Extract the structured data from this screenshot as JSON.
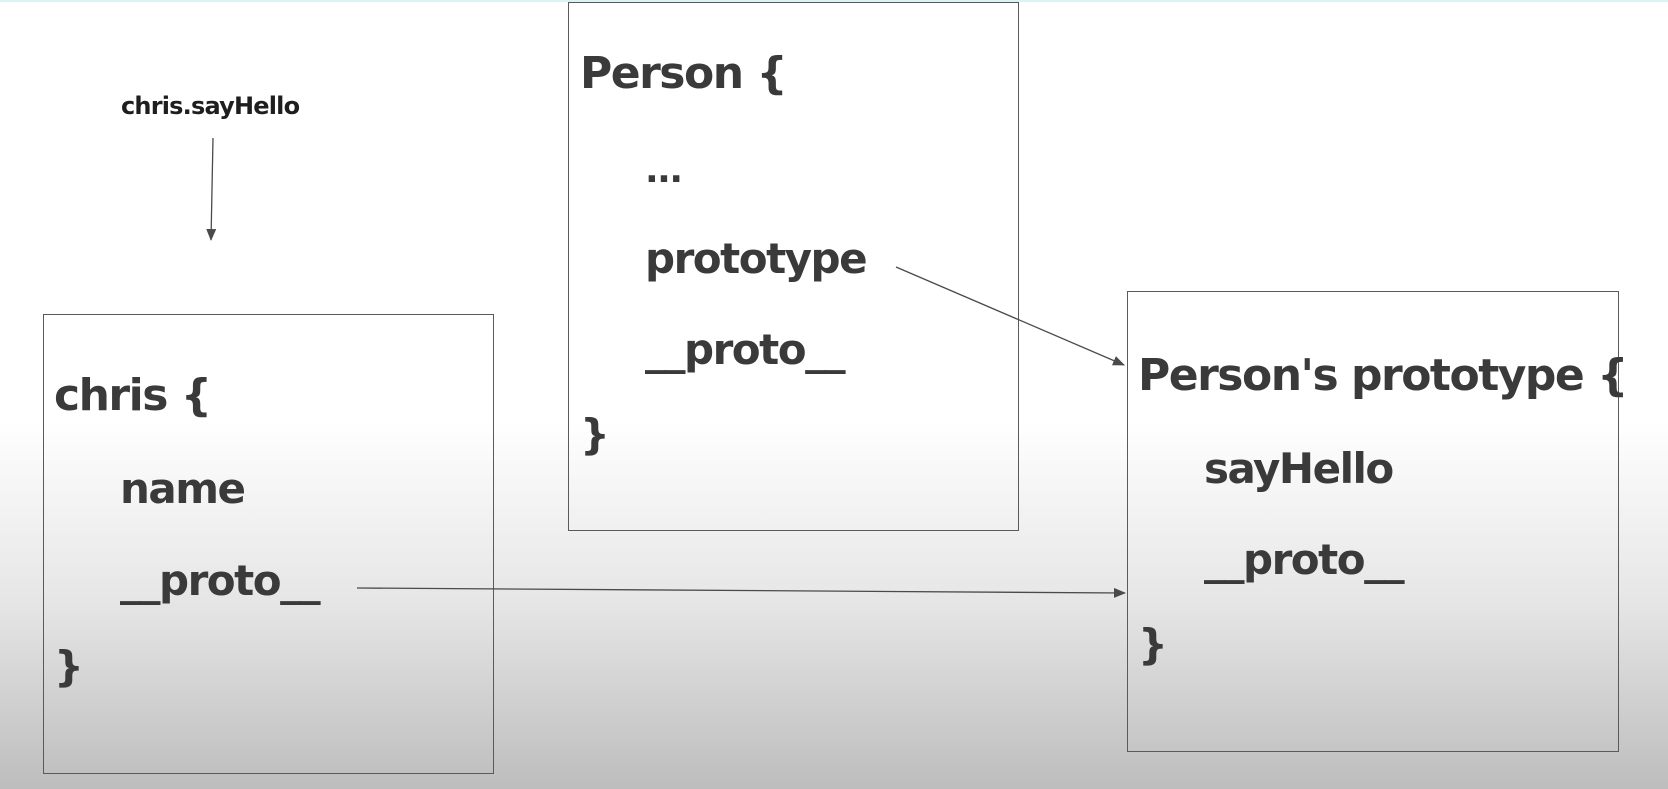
{
  "call_label": "chris.sayHello",
  "chris_box": {
    "header": "chris {",
    "field_name": "name",
    "field_proto": "__proto__",
    "close": "}"
  },
  "person_box": {
    "header": "Person {",
    "ellipsis": "...",
    "field_prototype": "prototype",
    "field_proto": "__proto__",
    "close": "}"
  },
  "prototype_box": {
    "header": "Person's prototype {",
    "method": "sayHello",
    "field_proto": "__proto__",
    "close": "}"
  },
  "colors": {
    "text": "#3a3a3a",
    "border": "#5a5a5a",
    "arrow": "#4a4a4a"
  }
}
